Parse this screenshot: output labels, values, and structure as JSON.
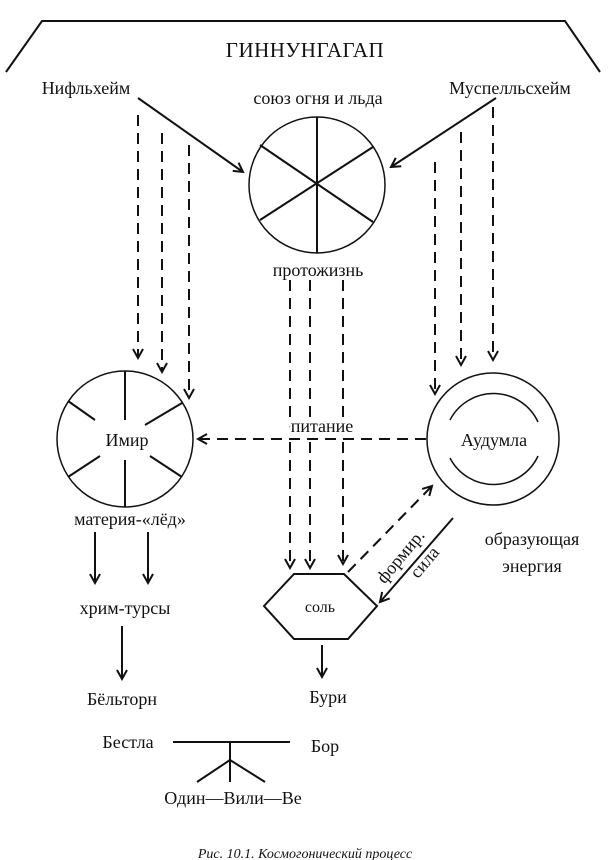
{
  "title": "ГИННУНГАГАП",
  "nodes": {
    "niflheim": "Нифльхейм",
    "muspelheim": "Муспелльсхейм",
    "union": "союз огня и льда",
    "protolife": "протожизнь",
    "ymir": "Имир",
    "nourishment": "питание",
    "audumla": "Аудумла",
    "matter_ice": "материя-«лёд»",
    "forming_energy_1": "образующая",
    "forming_energy_2": "энергия",
    "frost_giants": "хрим-турсы",
    "salt": "соль",
    "forming_1": "формир.",
    "forming_2": "сила",
    "bolthorn": "Бёльторн",
    "buri": "Бури",
    "bestla": "Бестла",
    "bor": "Бор",
    "sons": "Один—Вили—Ве"
  },
  "caption": "Рис. 10.1. Космогонический процесс"
}
